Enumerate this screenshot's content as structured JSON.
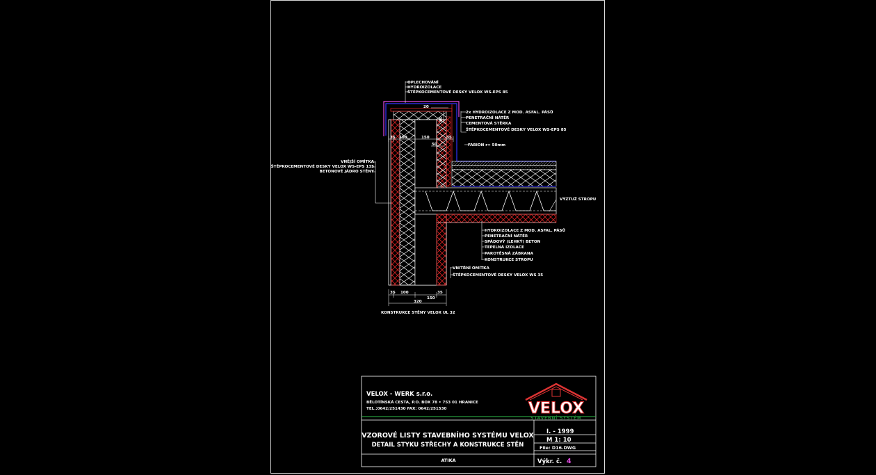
{
  "callouts_top": [
    "OPLECHOVÁNÍ",
    "HYDROIZOLACE",
    "ŠTĚPKOCEMENTOVÉ DESKY VELOX WS-EPS 85"
  ],
  "callouts_parapet": [
    "2x HYDROIZOLACE Z MOD. ASFAL. PÁSŮ",
    "PENETRAČNÍ NÁTĚR",
    "CEMENTOVÁ STĚRKA",
    "ŠTĚPKOCEMENTOVÉ DESKY VELOX WS-EPS 85"
  ],
  "fabion": "FABION r= 50mm",
  "callouts_left": [
    "VNĚJŠÍ OMÍTKA",
    "ŠTĚPKOCEMENTOVÉ DESKY VELOX WS-EPS 135",
    "BETONOVÉ JÁDRO STĚNY"
  ],
  "vyztuz": "VÝZTUŽ STROPU",
  "callouts_roof": [
    "HYDROIZOLACE Z MOD. ASFAL. PÁSŮ",
    "PENETRAČNÍ NÁTĚR",
    "SPÁDOVÝ (LEHKÝ) BETON",
    "TEPELNÁ IZOLACE",
    "PAROTĚSNÁ ZÁBRANA",
    "KONSTRUKCE STROPU"
  ],
  "callouts_inner": [
    "VNITŘNÍ OMÍTKA",
    "ŠTĚPKOCEMENTOVÉ DESKY VELOX WS 35"
  ],
  "dims_top": {
    "d1": "35",
    "d2": "100",
    "d3": "150",
    "d4": "35",
    "d5": "50",
    "d6": "20",
    "d7": "35"
  },
  "dims_bottom": {
    "d1": "35",
    "d2": "100",
    "d3": "150",
    "d4": "35",
    "total": "320"
  },
  "wall_label": "KONSTRUKCE STĚNY VELOX UL 32",
  "titleblock": {
    "company": "VELOX - WERK s.r.o.",
    "address": "BĚLOTÍNSKÁ CESTA, P.O. BOX 78 • 753 01 HRANICE",
    "contacts": "TEL.:0642/251430  FAX: 0642/251530",
    "logo_text": "VELOX",
    "logo_sub": "STAVEBNÍ SYSTÉM",
    "title1": "VZOROVÉ LISTY STAVEBNÍHO SYSTÉMU VELOX",
    "title2": "DETAIL STYKU STŘECHY A KONSTRUKCE STĚN",
    "date": "I. - 1999",
    "scale": "M 1: 10",
    "file": "File: D16.DWG",
    "name": "ATIKA",
    "sheet_label": "Výkr. č.",
    "sheet_no": "4"
  },
  "colors": {
    "red": "#dd2222",
    "blue": "#3333ff",
    "magenta": "#e04be0",
    "green": "#2ec04a"
  }
}
